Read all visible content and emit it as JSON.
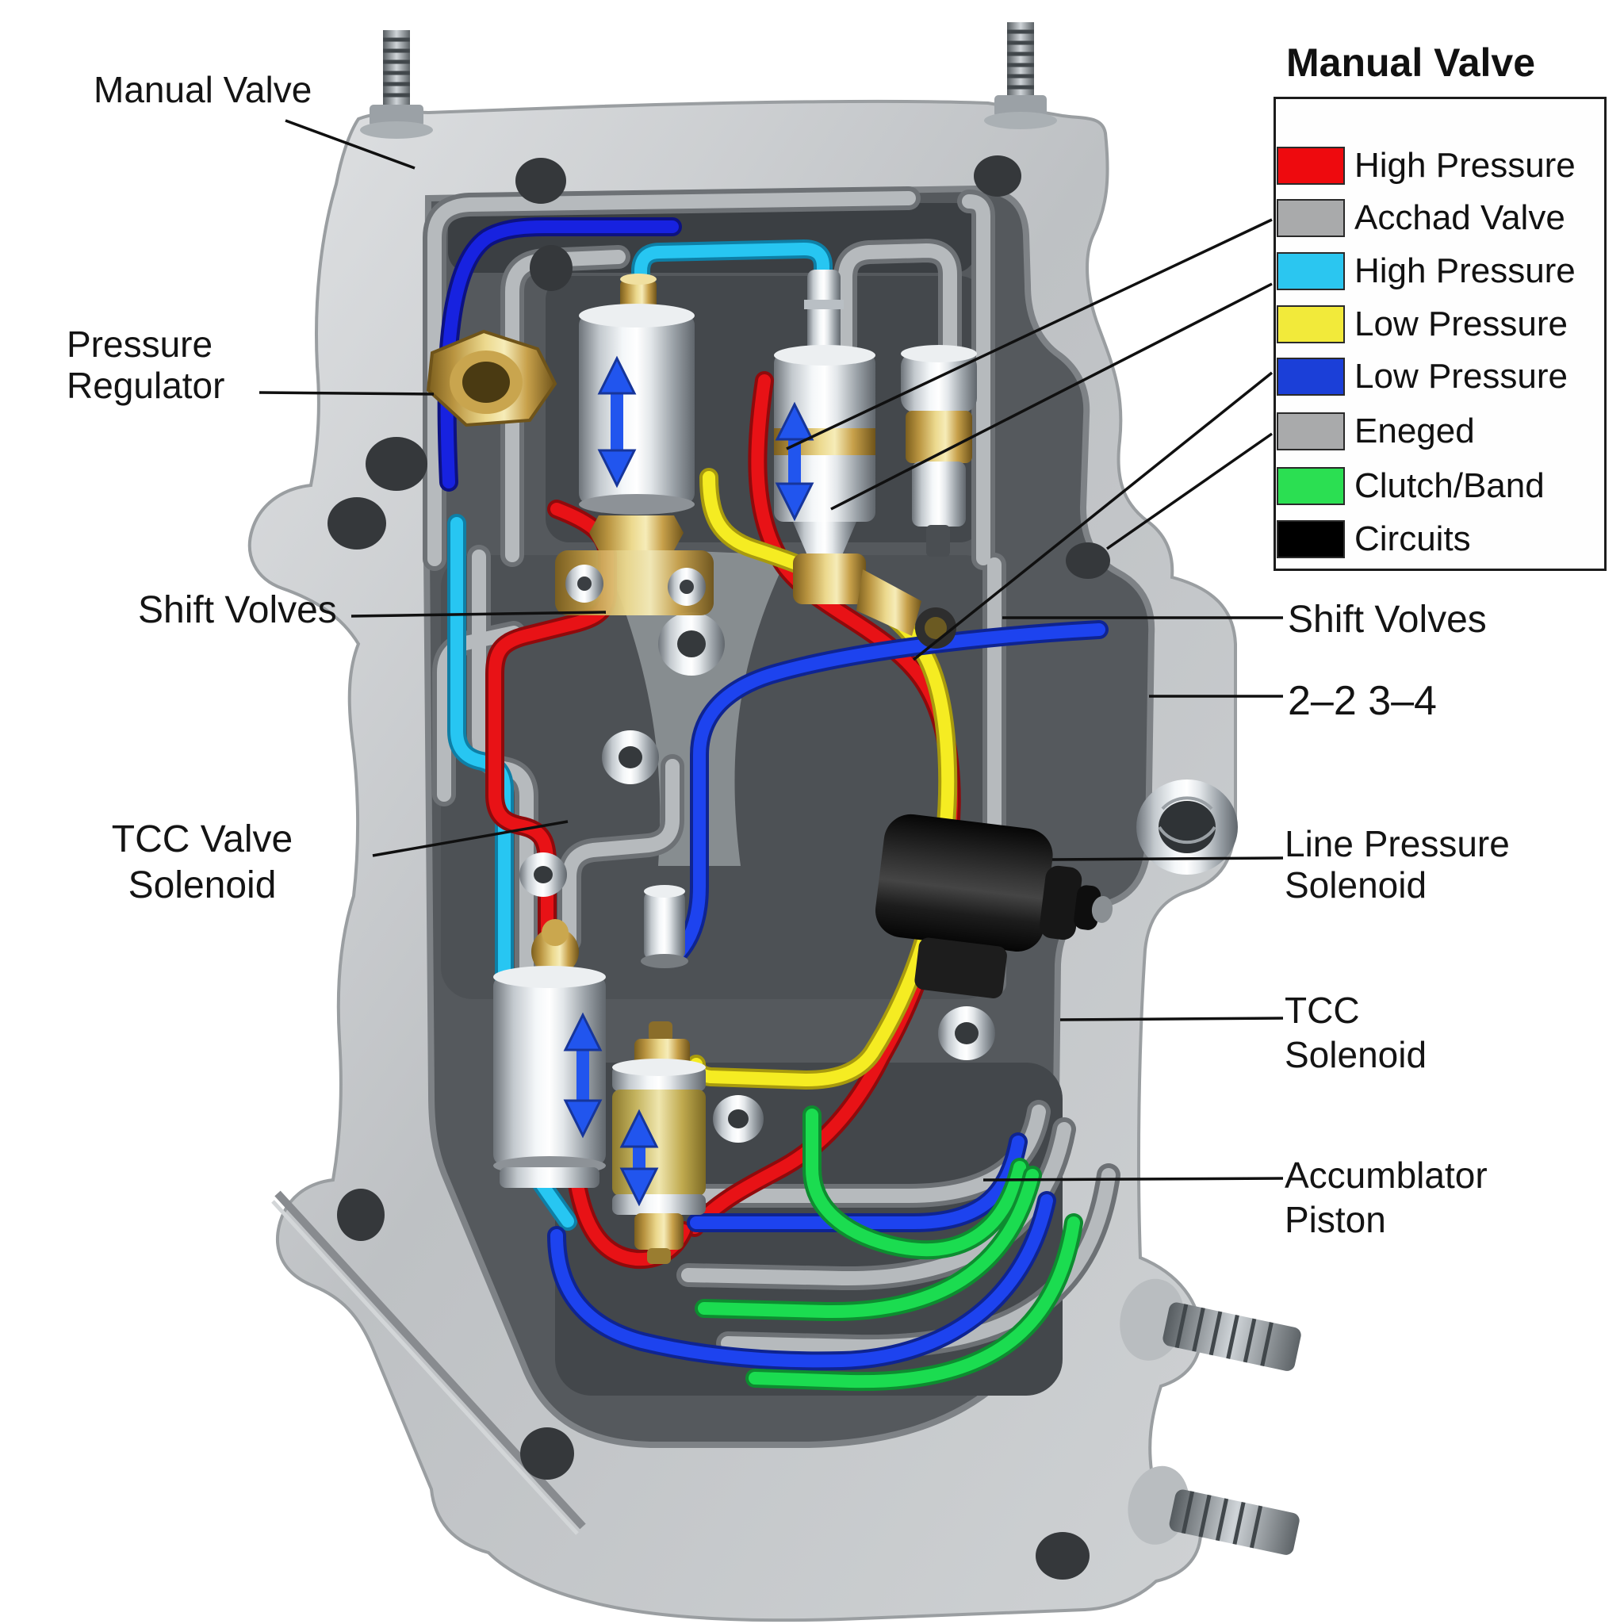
{
  "diagram_title": "Manual Valve",
  "labels": {
    "manual_valve": "Manual Valve",
    "pressure_regulator_1": "Pressure",
    "pressure_regulator_2": "Regulator",
    "shift_valves_left": "Shift Volves",
    "tcc_valve_1": "TCC Valve",
    "tcc_valve_2": "Solenoid",
    "shift_valves_right": "Shift Volves",
    "gear_range": "2–2 3–4",
    "line_pressure_1": "Line Pressure",
    "line_pressure_2": "Solenoid",
    "tcc_solenoid_1": "TCC",
    "tcc_solenoid_2": "Solenoid",
    "accumulator_1": "Accumblator",
    "accumulator_2": "Piston"
  },
  "legend": {
    "title": "Manual Valve",
    "items": [
      {
        "label": "High Pressure",
        "color": "#ee0a0e"
      },
      {
        "label": "Acchad Valve",
        "color": "#a9aaab"
      },
      {
        "label": "High Pressure",
        "color": "#2bc6f0"
      },
      {
        "label": "Low Pressure",
        "color": "#f2ea3a"
      },
      {
        "label": "Low Pressure",
        "color": "#1b3fd8"
      },
      {
        "label": "Eneged",
        "color": "#a9aaab"
      },
      {
        "label": "Clutch/Band",
        "color": "#2bdf52"
      },
      {
        "label": "Circuits",
        "color": "#000000"
      }
    ]
  },
  "colors": {
    "line_red": "#e81216",
    "line_cyan": "#27c6f2",
    "line_blue_dark": "#1722e0",
    "line_blue": "#1d43ef",
    "line_yellow": "#f5ec22",
    "line_green": "#1bdc50",
    "arrow_blue": "#2155ee",
    "body_metal": "#c6c9cb"
  }
}
